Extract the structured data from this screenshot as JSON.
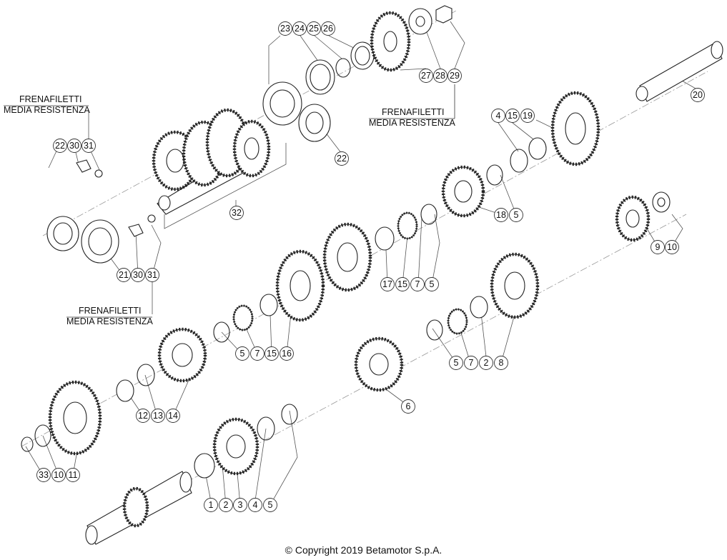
{
  "callouts": [
    {
      "label": "23"
    },
    {
      "label": "24"
    },
    {
      "label": "25"
    },
    {
      "label": "26"
    },
    {
      "label": "27"
    },
    {
      "label": "28"
    },
    {
      "label": "29"
    },
    {
      "label": "20"
    },
    {
      "label": "4"
    },
    {
      "label": "15"
    },
    {
      "label": "19"
    },
    {
      "label": "22"
    },
    {
      "label": "30"
    },
    {
      "label": "31"
    },
    {
      "label": "22"
    },
    {
      "label": "32"
    },
    {
      "label": "18"
    },
    {
      "label": "5"
    },
    {
      "label": "9"
    },
    {
      "label": "10"
    },
    {
      "label": "21"
    },
    {
      "label": "30"
    },
    {
      "label": "31"
    },
    {
      "label": "17"
    },
    {
      "label": "15"
    },
    {
      "label": "7"
    },
    {
      "label": "5"
    },
    {
      "label": "5"
    },
    {
      "label": "7"
    },
    {
      "label": "15"
    },
    {
      "label": "16"
    },
    {
      "label": "5"
    },
    {
      "label": "7"
    },
    {
      "label": "2"
    },
    {
      "label": "8"
    },
    {
      "label": "12"
    },
    {
      "label": "13"
    },
    {
      "label": "14"
    },
    {
      "label": "6"
    },
    {
      "label": "33"
    },
    {
      "label": "10"
    },
    {
      "label": "11"
    },
    {
      "label": "1"
    },
    {
      "label": "2"
    },
    {
      "label": "3"
    },
    {
      "label": "4"
    },
    {
      "label": "5"
    }
  ],
  "notes": [
    {
      "line1": "FRENAFILETTI",
      "line2": "MEDIA RESISTENZA"
    },
    {
      "line1": "FRENAFILETTI",
      "line2": "MEDIA RESISTENZA"
    },
    {
      "line1": "FRENAFILETTI",
      "line2": "MEDIA RESISTENZA"
    }
  ],
  "copyright": "© Copyright 2019 Betamotor S.p.A."
}
